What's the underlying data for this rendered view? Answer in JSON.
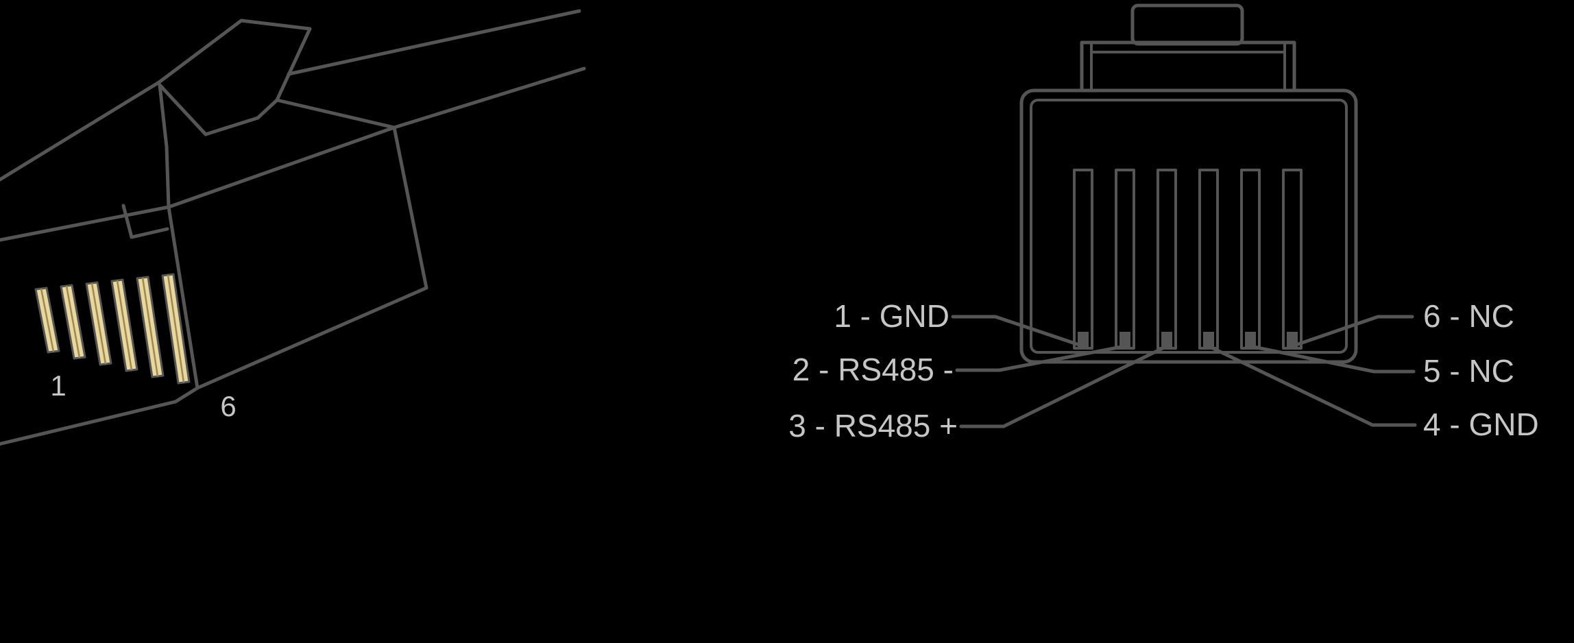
{
  "diagram": {
    "colors": {
      "background": "#000000",
      "line": "#555555",
      "text": "#c6c6c6",
      "pin_gold": "#e9d79b",
      "pin_gold_edge": "#9b8a55"
    },
    "side_view": {
      "first_pin_label": "1",
      "last_pin_label": "6"
    },
    "front_view": {
      "left_labels": [
        {
          "pin": "1",
          "signal": "GND",
          "label": "1 - GND"
        },
        {
          "pin": "2",
          "signal": "RS485 -",
          "label": "2 - RS485 -"
        },
        {
          "pin": "3",
          "signal": "RS485 +",
          "label": "3 - RS485 +"
        }
      ],
      "right_labels": [
        {
          "pin": "6",
          "signal": "NC",
          "label": "6 - NC"
        },
        {
          "pin": "5",
          "signal": "NC",
          "label": "5 - NC"
        },
        {
          "pin": "4",
          "signal": "GND",
          "label": "4 - GND"
        }
      ]
    }
  }
}
